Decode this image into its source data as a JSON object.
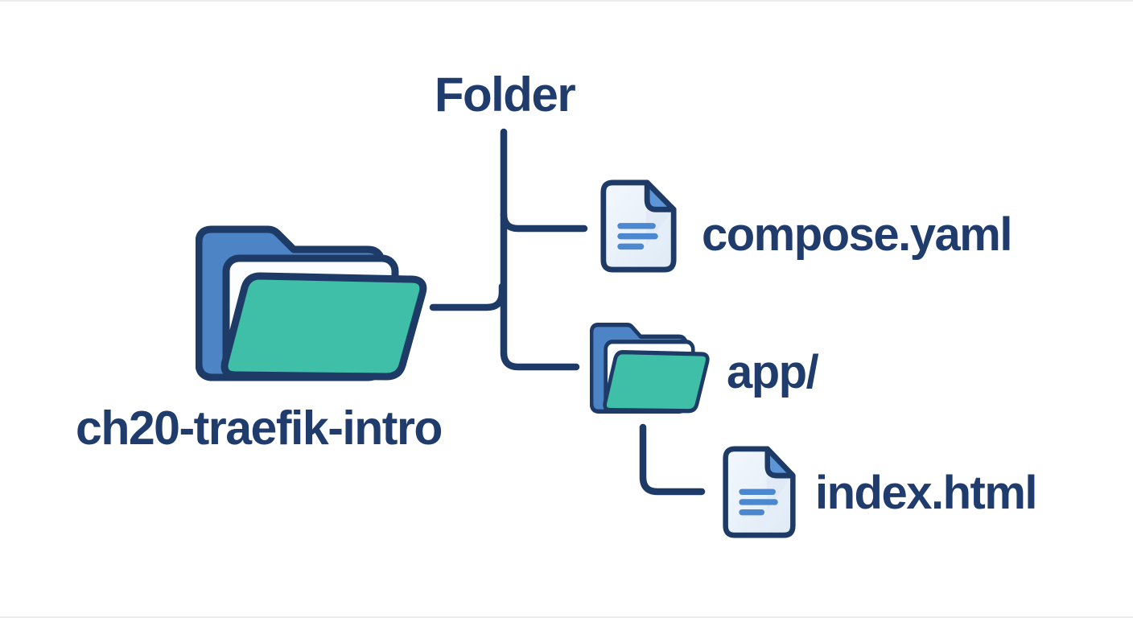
{
  "title": "Folder",
  "tree": {
    "root": {
      "label": "ch20-traefik-intro",
      "type": "folder",
      "icon": "folder-open-icon"
    },
    "children": [
      {
        "label": "compose.yaml",
        "type": "file",
        "icon": "document-icon"
      },
      {
        "label": "app/",
        "type": "folder",
        "icon": "folder-open-icon",
        "children": [
          {
            "label": "index.html",
            "type": "file",
            "icon": "document-icon"
          }
        ]
      }
    ]
  },
  "colors": {
    "background": "#ffffff",
    "outline_navy": "#1e3a66",
    "text_navy": "#1f3c6d",
    "folder_blue": "#4d84c6",
    "folder_teal": "#3fbfa7",
    "folder_sheet": "#fbfdff",
    "doc_fill_light": "#f1f7fd",
    "doc_fill_dark": "#dfeaf6",
    "doc_fold_blue": "#5d96d7",
    "doc_text_lines": "#4c88d0"
  }
}
